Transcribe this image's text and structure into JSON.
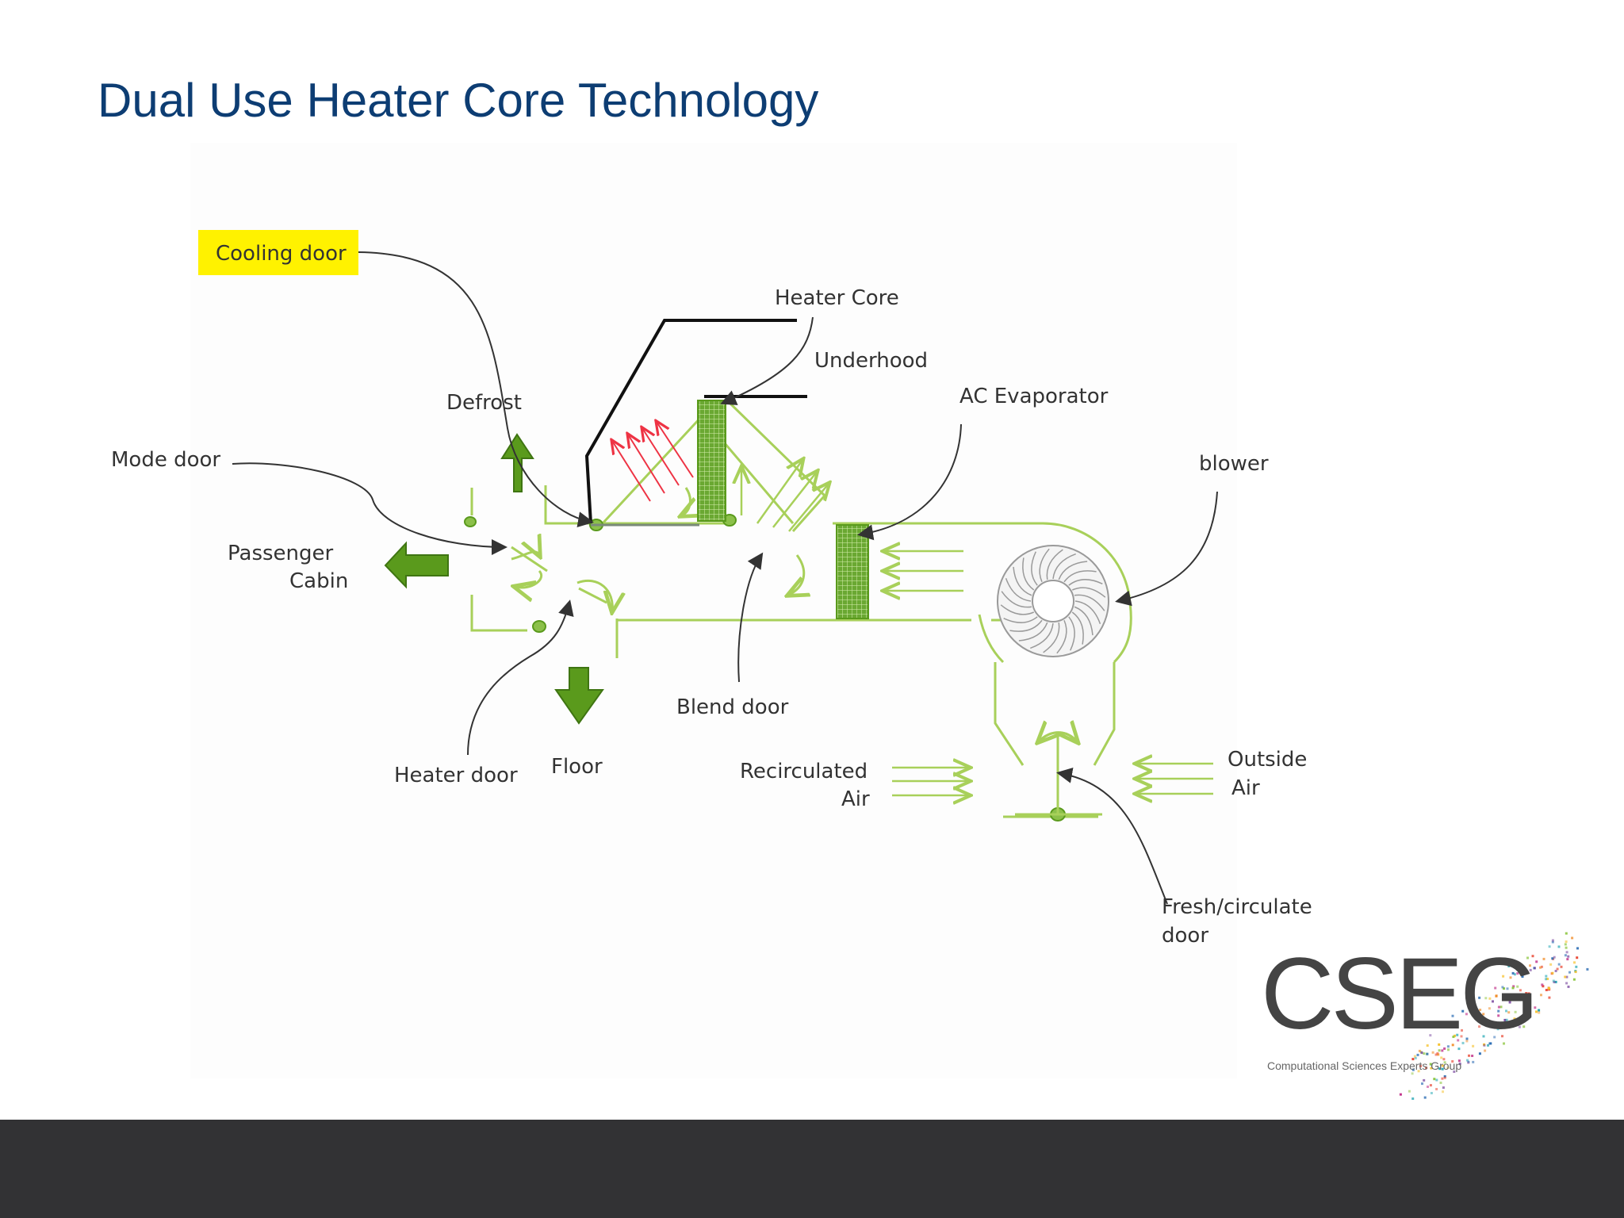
{
  "slide": {
    "title": "Dual Use Heater Core Technology"
  },
  "diagram": {
    "labels": {
      "cooling_door": "Cooling door",
      "heater_core": "Heater Core",
      "underhood": "Underhood",
      "ac_evaporator": "AC Evaporator",
      "defrost": "Defrost",
      "mode_door": "Mode door",
      "blower": "blower",
      "passenger": "Passenger",
      "cabin": "Cabin",
      "blend_door": "Blend door",
      "heater_door": "Heater door",
      "floor": "Floor",
      "recirculated": "Recirculated",
      "air_recirc": "Air",
      "outside": "Outside",
      "air_outside": "Air",
      "fresh_circulate": "Fresh/circulate",
      "door": "door"
    },
    "colors": {
      "duct": "#a8d05a",
      "arrow_fill": "#5a9a1c",
      "core_fill": "#6aa832",
      "heat_arrows": "#ee3344",
      "leader": "#333333",
      "highlight": "#fff200"
    }
  },
  "logo": {
    "text": "CSEG",
    "subtitle": "Computational Sciences Experts Group"
  }
}
